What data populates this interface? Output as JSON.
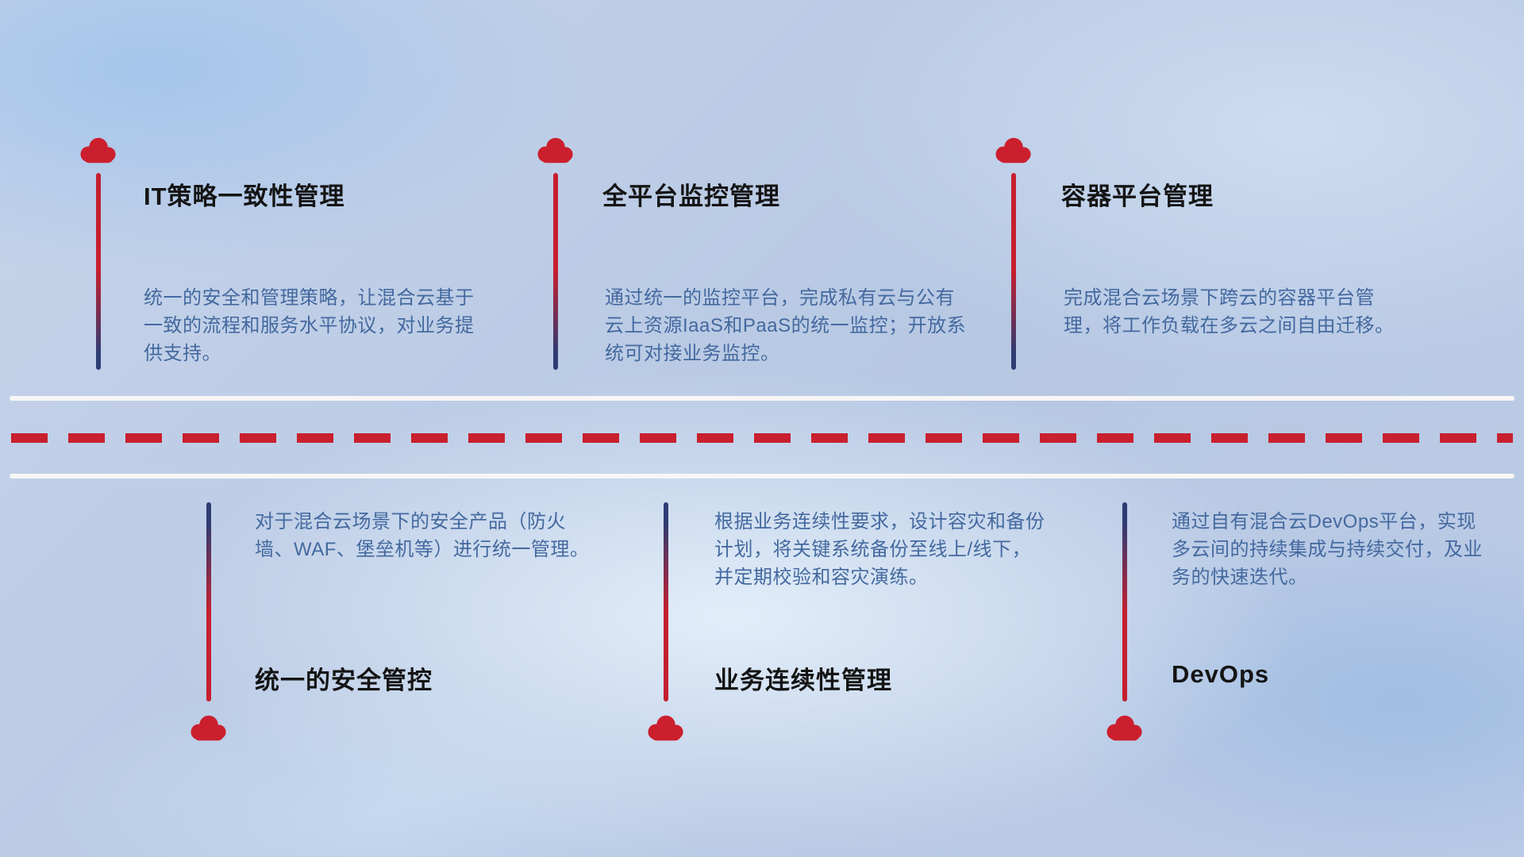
{
  "colors": {
    "cloud_red": "#cb1f2e",
    "connector_red": "#c51f2f",
    "connector_navy": "#2e3c74",
    "dashed_line_red": "#c8202e",
    "solid_line_white": "#faf8f5",
    "title_color": "#141414",
    "description_blue": "#44699f"
  },
  "top_items": [
    {
      "title": "IT策略一致性管理",
      "description": "统一的安全和管理策略，让混合云基于一致的流程和服务水平协议，对业务提供支持。"
    },
    {
      "title": "全平台监控管理",
      "description": "通过统一的监控平台，完成私有云与公有云上资源IaaS和PaaS的统一监控；开放系统可对接业务监控。"
    },
    {
      "title": "容器平台管理",
      "description": "完成混合云场景下跨云的容器平台管理，将工作负载在多云之间自由迁移。"
    }
  ],
  "bottom_items": [
    {
      "title": "统一的安全管控",
      "description": "对于混合云场景下的安全产品（防火墙、WAF、堡垒机等）进行统一管理。"
    },
    {
      "title": "业务连续性管理",
      "description": "根据业务连续性要求，设计容灾和备份计划，将关键系统备份至线上/线下，并定期校验和容灾演练。"
    },
    {
      "title": "DevOps",
      "description": "通过自有混合云DevOps平台，实现多云间的持续集成与持续交付，及业务的快速迭代。"
    }
  ]
}
